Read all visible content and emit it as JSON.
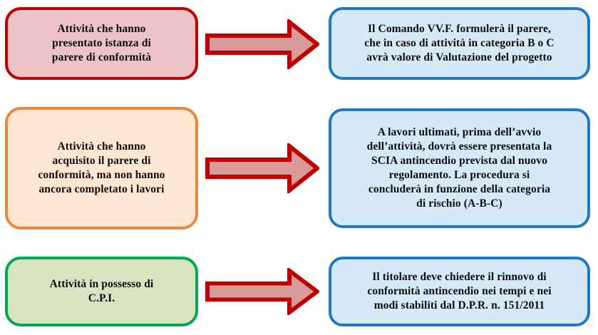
{
  "diagram": {
    "type": "process-flow",
    "background_color": "#ffffff",
    "language": "it",
    "rows": [
      {
        "id": "row-1",
        "source": {
          "label": "Attività che hanno presentato istanza di parere di conformità",
          "lines": [
            "Attività che hanno",
            "presentato istanza di",
            "parere di conformità"
          ],
          "fill_color": "#edc3c5",
          "border_color": "#c00000"
        },
        "arrow": {
          "name": "right-arrow-icon",
          "fill_color": "#d99a9a",
          "border_color": "#c00000",
          "direction": "right"
        },
        "target": {
          "label": "Il Comando VV.F. formulerà il parere, che in caso di attività in categoria B o C avrà valore di Valutazione del progetto",
          "lines": [
            "Il Comando VV.F. formulerà il parere,",
            "che in caso di attività in categoria B o C",
            "avrà valore di Valutazione del progetto"
          ],
          "fill_color": "#d6e9f7",
          "border_color": "#1f7ac0"
        }
      },
      {
        "id": "row-2",
        "source": {
          "label": "Attività che hanno acquisito il parere di conformità, ma non hanno ancora completato i lavori",
          "lines": [
            "Attività che hanno",
            "acquisito il parere di",
            "conformità, ma non hanno",
            "ancora completato i lavori"
          ],
          "fill_color": "#fde6d2",
          "border_color": "#e8883c"
        },
        "arrow": {
          "name": "right-arrow-icon",
          "fill_color": "#d99a9a",
          "border_color": "#c00000",
          "direction": "right"
        },
        "target": {
          "label": "A lavori ultimati, prima dell’avvio dell’attività, dovrà essere presentata la SCIA antincendio prevista dal nuovo regolamento. La procedura si concluderà in funzione della categoria di rischio (A-B-C)",
          "lines": [
            "A lavori ultimati, prima dell’avvio",
            "dell’attività, dovrà essere presentata la",
            "SCIA antincendio prevista dal nuovo",
            "regolamento. La procedura si",
            "concluderà in funzione della categoria",
            "di rischio (A-B-C)"
          ],
          "fill_color": "#d6e9f7",
          "border_color": "#1f7ac0"
        }
      },
      {
        "id": "row-3",
        "source": {
          "label": "Attività in possesso di C.P.I.",
          "lines": [
            "Attività in possesso di",
            "C.P.I."
          ],
          "fill_color": "#d7e4bf",
          "border_color": "#00a94f"
        },
        "arrow": {
          "name": "right-arrow-icon",
          "fill_color": "#d99a9a",
          "border_color": "#c00000",
          "direction": "right"
        },
        "target": {
          "label": "Il titolare deve chiedere il rinnovo di conformità antincendio nei tempi e nei modi stabiliti dal D.P.R. n. 151/2011",
          "lines": [
            "Il titolare deve chiedere il rinnovo di",
            "conformità antincendio nei tempi e nei",
            "modi stabiliti dal D.P.R. n. 151/2011"
          ],
          "fill_color": "#d6e9f7",
          "border_color": "#1f7ac0"
        }
      }
    ]
  }
}
